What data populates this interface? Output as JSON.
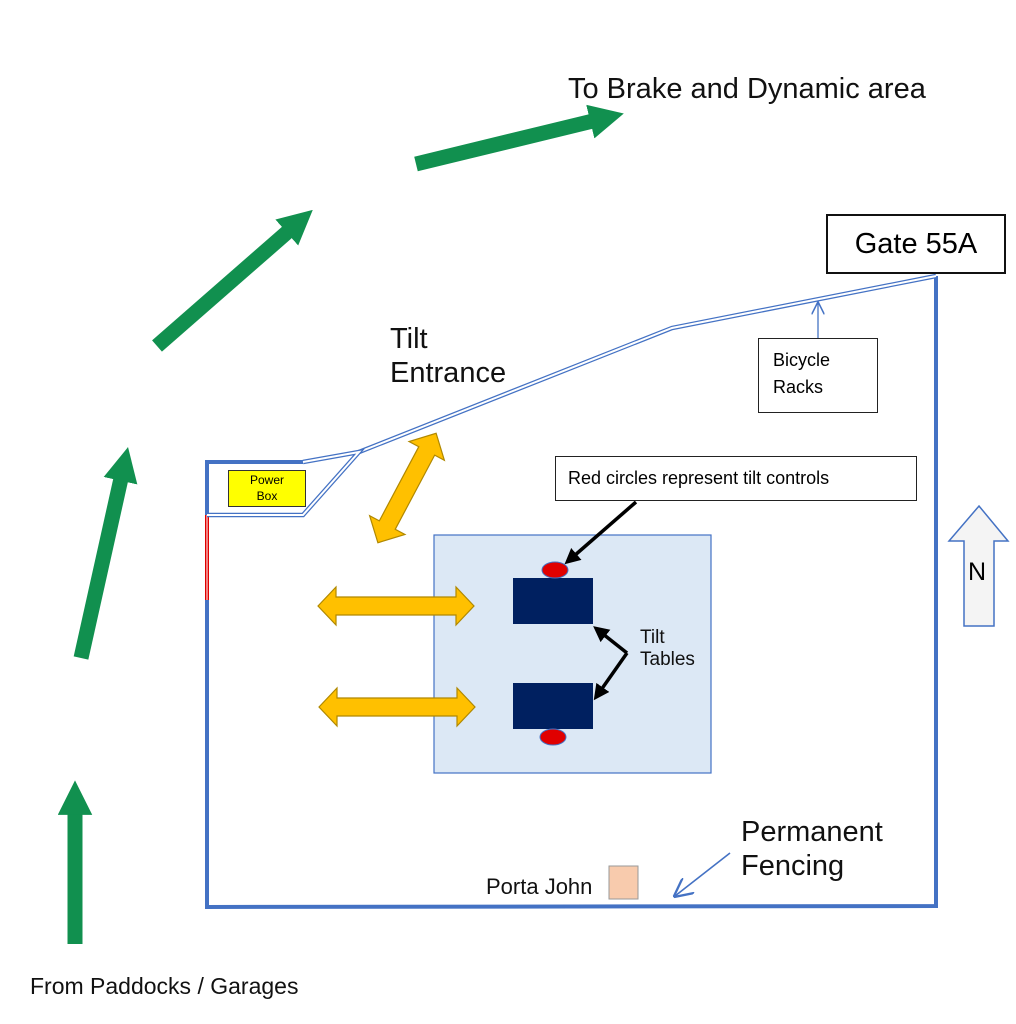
{
  "labels": {
    "to_brake_dynamic": "To Brake and Dynamic area",
    "gate": "Gate 55A",
    "tilt_entrance": "Tilt\nEntrance",
    "bicycle_racks": "Bicycle\nRacks",
    "power_box": "Power\nBox",
    "tilt_controls_note": "Red circles represent tilt controls",
    "tilt_tables": "Tilt\nTables",
    "north": "N",
    "permanent_fencing": "Permanent\nFencing",
    "porta_john": "Porta John",
    "from_paddocks": "From Paddocks / Garages"
  },
  "colors": {
    "route_arrow": "#11904f",
    "fence": "#4472c4",
    "entrance_arrow": "#ffc000",
    "tilt_table": "#002060",
    "tilt_control": "#e00000",
    "tilt_area": "#dce8f5",
    "power_box": "#ffff00",
    "porta_john": "#f8cbad",
    "red_gate": "#e00000"
  }
}
